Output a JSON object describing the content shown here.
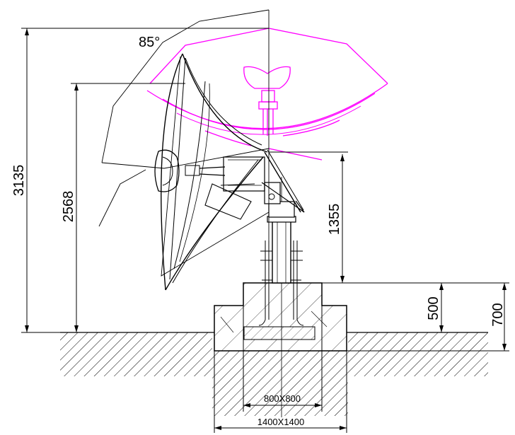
{
  "dimensions": {
    "total_height": "3135",
    "pivot_height": "2568",
    "post_height": "1355",
    "plinth_height": "500",
    "foundation_height": "700",
    "elevation_angle": "85°",
    "plinth_size": "800X800",
    "foundation_size": "1400X1400"
  },
  "colors": {
    "linework": "#000000",
    "stowed_position": "#ff00ff",
    "background": "#ffffff"
  }
}
